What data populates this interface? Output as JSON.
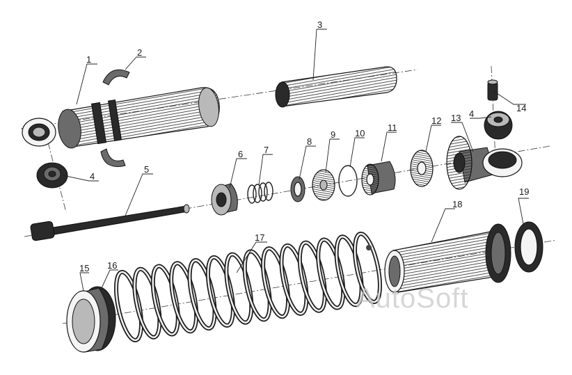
{
  "callouts": [
    "1",
    "2",
    "3",
    "4",
    "5",
    "6",
    "7",
    "8",
    "9",
    "10",
    "11",
    "12",
    "13",
    "4",
    "14",
    "15",
    "16",
    "17",
    "18",
    "19"
  ],
  "watermark": "AutoSoft",
  "colors": {
    "ink": "#1e1e1e",
    "background": "#ffffff",
    "watermark": "#c9c9c9"
  }
}
